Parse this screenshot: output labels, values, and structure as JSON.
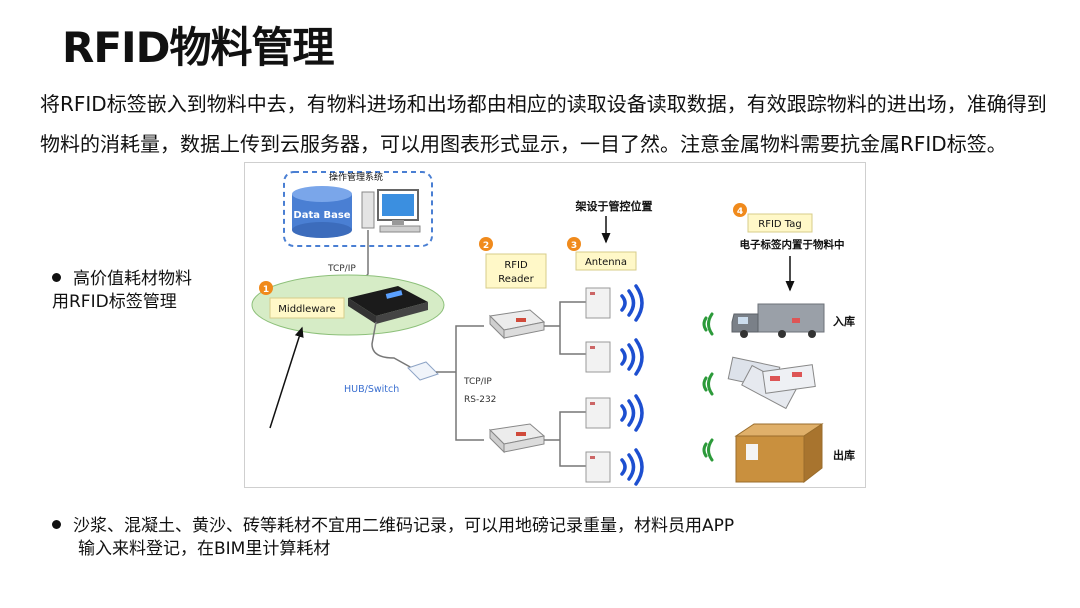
{
  "title": "RFID物料管理",
  "intro": "将RFID标签嵌入到物料中去，有物料进场和出场都由相应的读取设备读取数据，有效跟踪物料的进出场，准确得到物料的消耗量，数据上传到云服务器，可以用图表形式显示，一目了然。注意金属物料需要抗金属RFID标签。",
  "bullets": {
    "high_value": {
      "line1": "高价值耗材物料",
      "line2": "用RFID标签管理"
    },
    "bulk": {
      "line1": "沙浆、混凝土、黄沙、砖等耗材不宜用二维码记录，可以用地磅记录重量，材料员用APP",
      "line2": "输入来料登记，在BIM里计算耗材"
    }
  },
  "diagram": {
    "system_label": "操作管理系统",
    "database_label": "Data Base",
    "tcpip_top": "TCP/IP",
    "middleware": {
      "num": "1",
      "label": "Middleware"
    },
    "reader": {
      "num": "2",
      "line1": "RFID",
      "line2": "Reader"
    },
    "antenna": {
      "num": "3",
      "label": "Antenna"
    },
    "tag": {
      "num": "4",
      "label": "RFID Tag"
    },
    "mount_note": "架设于管控位置",
    "tag_note": "电子标签内置于物料中",
    "hub_label": "HUB/Switch",
    "link_tcpip": "TCP/IP",
    "link_rs232": "RS-232",
    "inbound": "入库",
    "outbound": "出库"
  },
  "colors": {
    "badge": "#f08a1c",
    "label_bg": "#fff8c8",
    "oval": "#d6ecc6",
    "db_blue": "#4a7fd3",
    "wave_blue": "#1d4fd0",
    "signal_green": "#2c9a3a",
    "box": "#c9903e"
  }
}
